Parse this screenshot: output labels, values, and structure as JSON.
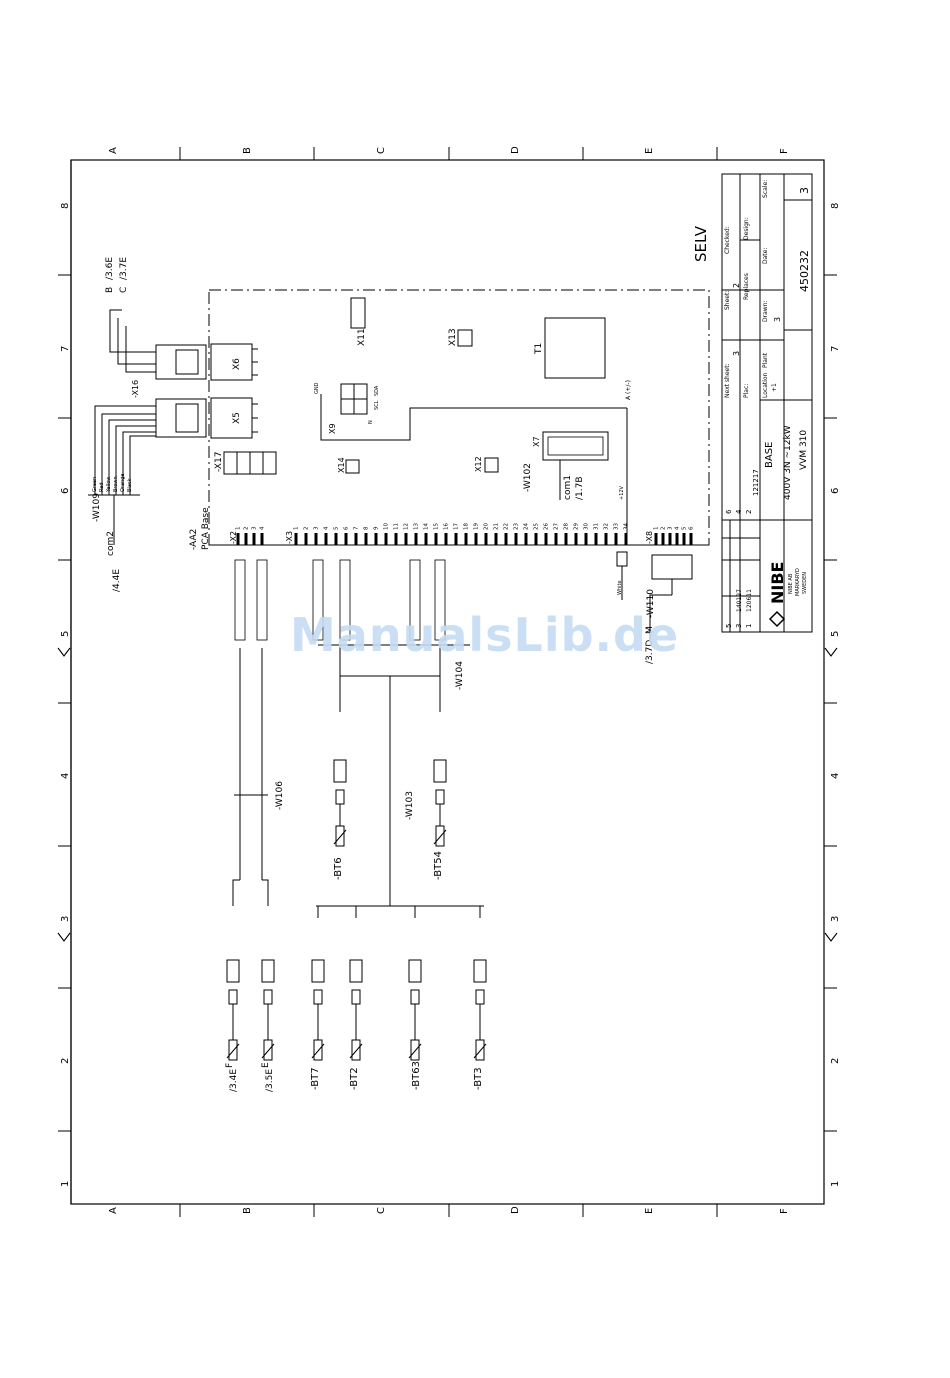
{
  "document": {
    "cols": [
      "A",
      "B",
      "C",
      "D",
      "E",
      "F"
    ],
    "rows": [
      "8",
      "7",
      "6",
      "5",
      "4",
      "3",
      "2",
      "1"
    ],
    "zone_label": "SELV",
    "board": {
      "title": "-AA2",
      "subtitle": "PCA Base",
      "x2": "-X2",
      "x3": "-X3",
      "x8": "-X8",
      "x17": "-X17",
      "x5": "X5",
      "x6": "X6",
      "x9": "X9",
      "x11": "X11",
      "x12": "X12",
      "x13": "X13",
      "x14": "X14",
      "x7": "X7",
      "t1": "T1",
      "x16": "-X16",
      "x9_pins": [
        "GND",
        "SDA",
        "SCL",
        "N"
      ],
      "x2_pins": [
        "1",
        "2",
        "3",
        "4"
      ],
      "x3_pins": [
        "1",
        "2",
        "3",
        "4",
        "5",
        "6",
        "7",
        "8",
        "9",
        "10",
        "11",
        "12",
        "13",
        "14",
        "15",
        "16",
        "17",
        "18",
        "19",
        "20",
        "21",
        "22",
        "23",
        "24",
        "25",
        "26",
        "27",
        "28",
        "29",
        "30",
        "31",
        "32",
        "33",
        "34"
      ],
      "x8_pins": [
        "1",
        "2",
        "3",
        "4",
        "5",
        "6"
      ]
    },
    "cables": {
      "w109": "-W109",
      "w102": "-W102",
      "w110": "-W110",
      "w106": "-W106",
      "w104": "-W104",
      "w103": "-W103",
      "com2": "com2",
      "com1": "com1",
      "ref_com2": "/4.4E",
      "ref_com1": "/1.7B",
      "ref_w110": "/3.7D",
      "ref_w110_letter": "M",
      "ref_b": "B",
      "ref_c": "C",
      "ref_36e": "/3.6E",
      "ref_37e": "/3.7E",
      "ref_f": "F",
      "ref_e": "E",
      "ref_34e": "/3.4E",
      "ref_35e": "/3.5E",
      "ref_a": "A (+/-)",
      "v12": "+12V",
      "white": "White",
      "colors_x16": [
        "Green",
        "Red",
        "Yellow",
        "Brown",
        "Orange",
        "Black"
      ],
      "w110_wire": "White"
    },
    "sensors": [
      "-BT6",
      "-BT54",
      "-BT7",
      "-BT2",
      "-BT63",
      "-BT3"
    ],
    "title_block": {
      "logo": "NIBE",
      "company": [
        "NIBE AB",
        "MARKARYD",
        "SWEDEN"
      ],
      "rev_rows": [
        [
          "5",
          ""
        ],
        [
          "3",
          "140127"
        ],
        [
          "1",
          "120611"
        ]
      ],
      "rev_codes": [
        "6",
        "4",
        "2",
        "121217"
      ],
      "title": "BASE",
      "line2": "400V 3N ~12kW",
      "line3": "VVM 310",
      "next_sheet_label": "Next sheet:",
      "next_sheet": "3",
      "plac_label": "Plac:",
      "plant_label": "Plant",
      "sheet_label": "Sheet:",
      "sheet": "2",
      "replaces_label": "Replaces",
      "date_label": "Date:",
      "drawn_label": "Drawn:",
      "design_label": "Design:",
      "checked_label": "Checked:",
      "location_label": "Location",
      "location": "+1",
      "drawing_no": "450232",
      "scale_label": "Scale:",
      "scale": "3",
      "drawn_value": "3"
    }
  },
  "watermark": "ManualsLib.de"
}
